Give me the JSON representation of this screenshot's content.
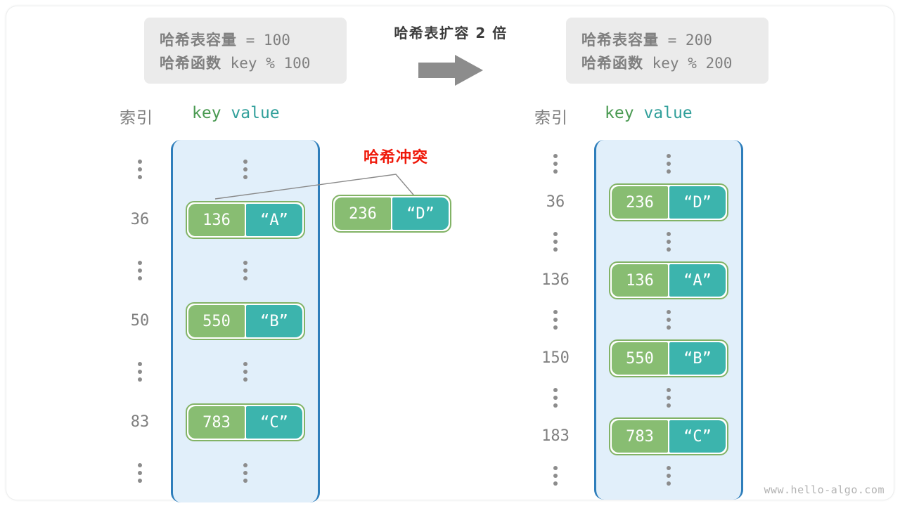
{
  "diagram": {
    "title": "哈希表扩容 2 倍",
    "watermark": "www.hello-algo.com",
    "collision_label": "哈希冲突",
    "colors": {
      "key_cell": "#88bd72",
      "value_cell": "#3cb4ad",
      "pair_border": "#82b366",
      "table_fill": "#e1effa",
      "table_border": "#2e7ebb",
      "collision_red": "#ef1809",
      "arrow_gray": "#8c8c8c",
      "info_box_bg": "#ebebeb",
      "muted_text": "#7f7f7f"
    },
    "arrow_icon": "right-arrow"
  },
  "info_left": {
    "line1_label": "哈希表容量",
    "line1_value": " = 100",
    "line2_label": "哈希函数",
    "line2_value": " key % 100"
  },
  "info_right": {
    "line1_label": "哈希表容量",
    "line1_value": " = 200",
    "line2_label": "哈希函数",
    "line2_value": " key % 200"
  },
  "columns": {
    "index": "索引",
    "key": "key",
    "value": "value"
  },
  "left_table": {
    "capacity": 100,
    "rows": [
      {
        "index": "⋮",
        "type": "ellipsis"
      },
      {
        "index": "36",
        "type": "pair",
        "key": "136",
        "value": "“A”"
      },
      {
        "index": "⋮",
        "type": "ellipsis"
      },
      {
        "index": "50",
        "type": "pair",
        "key": "550",
        "value": "“B”"
      },
      {
        "index": "⋮",
        "type": "ellipsis"
      },
      {
        "index": "83",
        "type": "pair",
        "key": "783",
        "value": "“C”"
      },
      {
        "index": "⋮",
        "type": "ellipsis"
      }
    ]
  },
  "collision_entry": {
    "key": "236",
    "value": "“D”"
  },
  "right_table": {
    "capacity": 200,
    "rows": [
      {
        "index": "⋮",
        "type": "ellipsis"
      },
      {
        "index": "36",
        "type": "pair",
        "key": "236",
        "value": "“D”"
      },
      {
        "index": "⋮",
        "type": "ellipsis"
      },
      {
        "index": "136",
        "type": "pair",
        "key": "136",
        "value": "“A”"
      },
      {
        "index": "⋮",
        "type": "ellipsis"
      },
      {
        "index": "150",
        "type": "pair",
        "key": "550",
        "value": "“B”"
      },
      {
        "index": "⋮",
        "type": "ellipsis"
      },
      {
        "index": "183",
        "type": "pair",
        "key": "783",
        "value": "“C”"
      },
      {
        "index": "⋮",
        "type": "ellipsis"
      }
    ]
  }
}
